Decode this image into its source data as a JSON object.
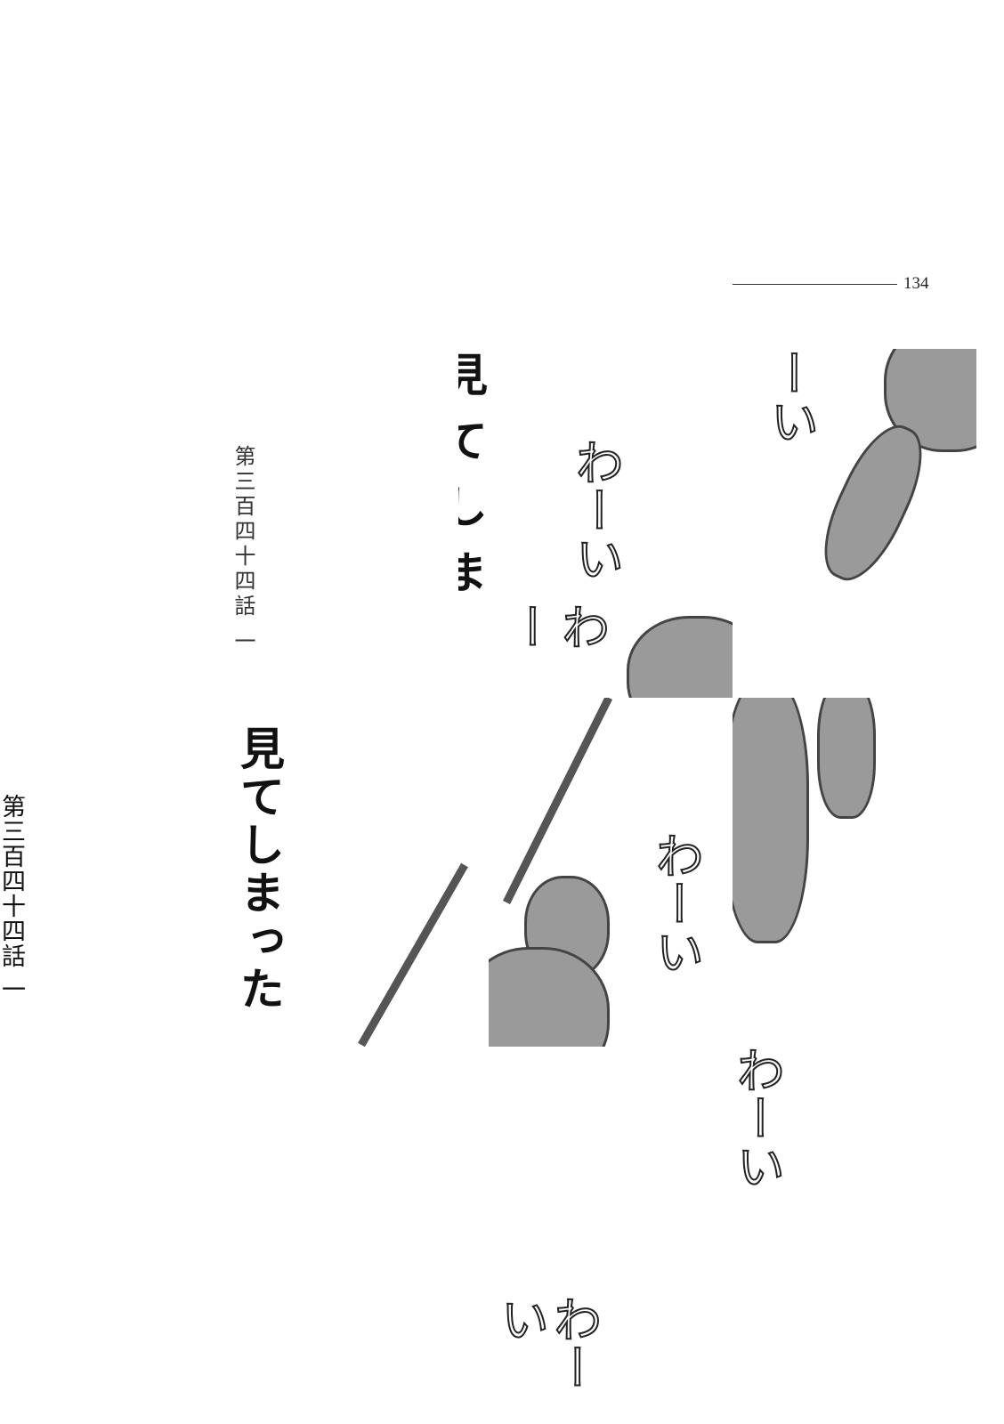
{
  "page_number": "134",
  "chapter_label": "第三百四十四話 一",
  "chapter_label_small": "第三百四十四話 一",
  "title": "見てしまった",
  "title_fragment": "見てしまった",
  "sound_effects": [
    "わーい",
    "わーい",
    "わーい",
    "わーい",
    "わー",
    "ーい"
  ],
  "colors": {
    "ink": "#111111",
    "tone": "#9a9a9a",
    "paper": "#ffffff"
  }
}
